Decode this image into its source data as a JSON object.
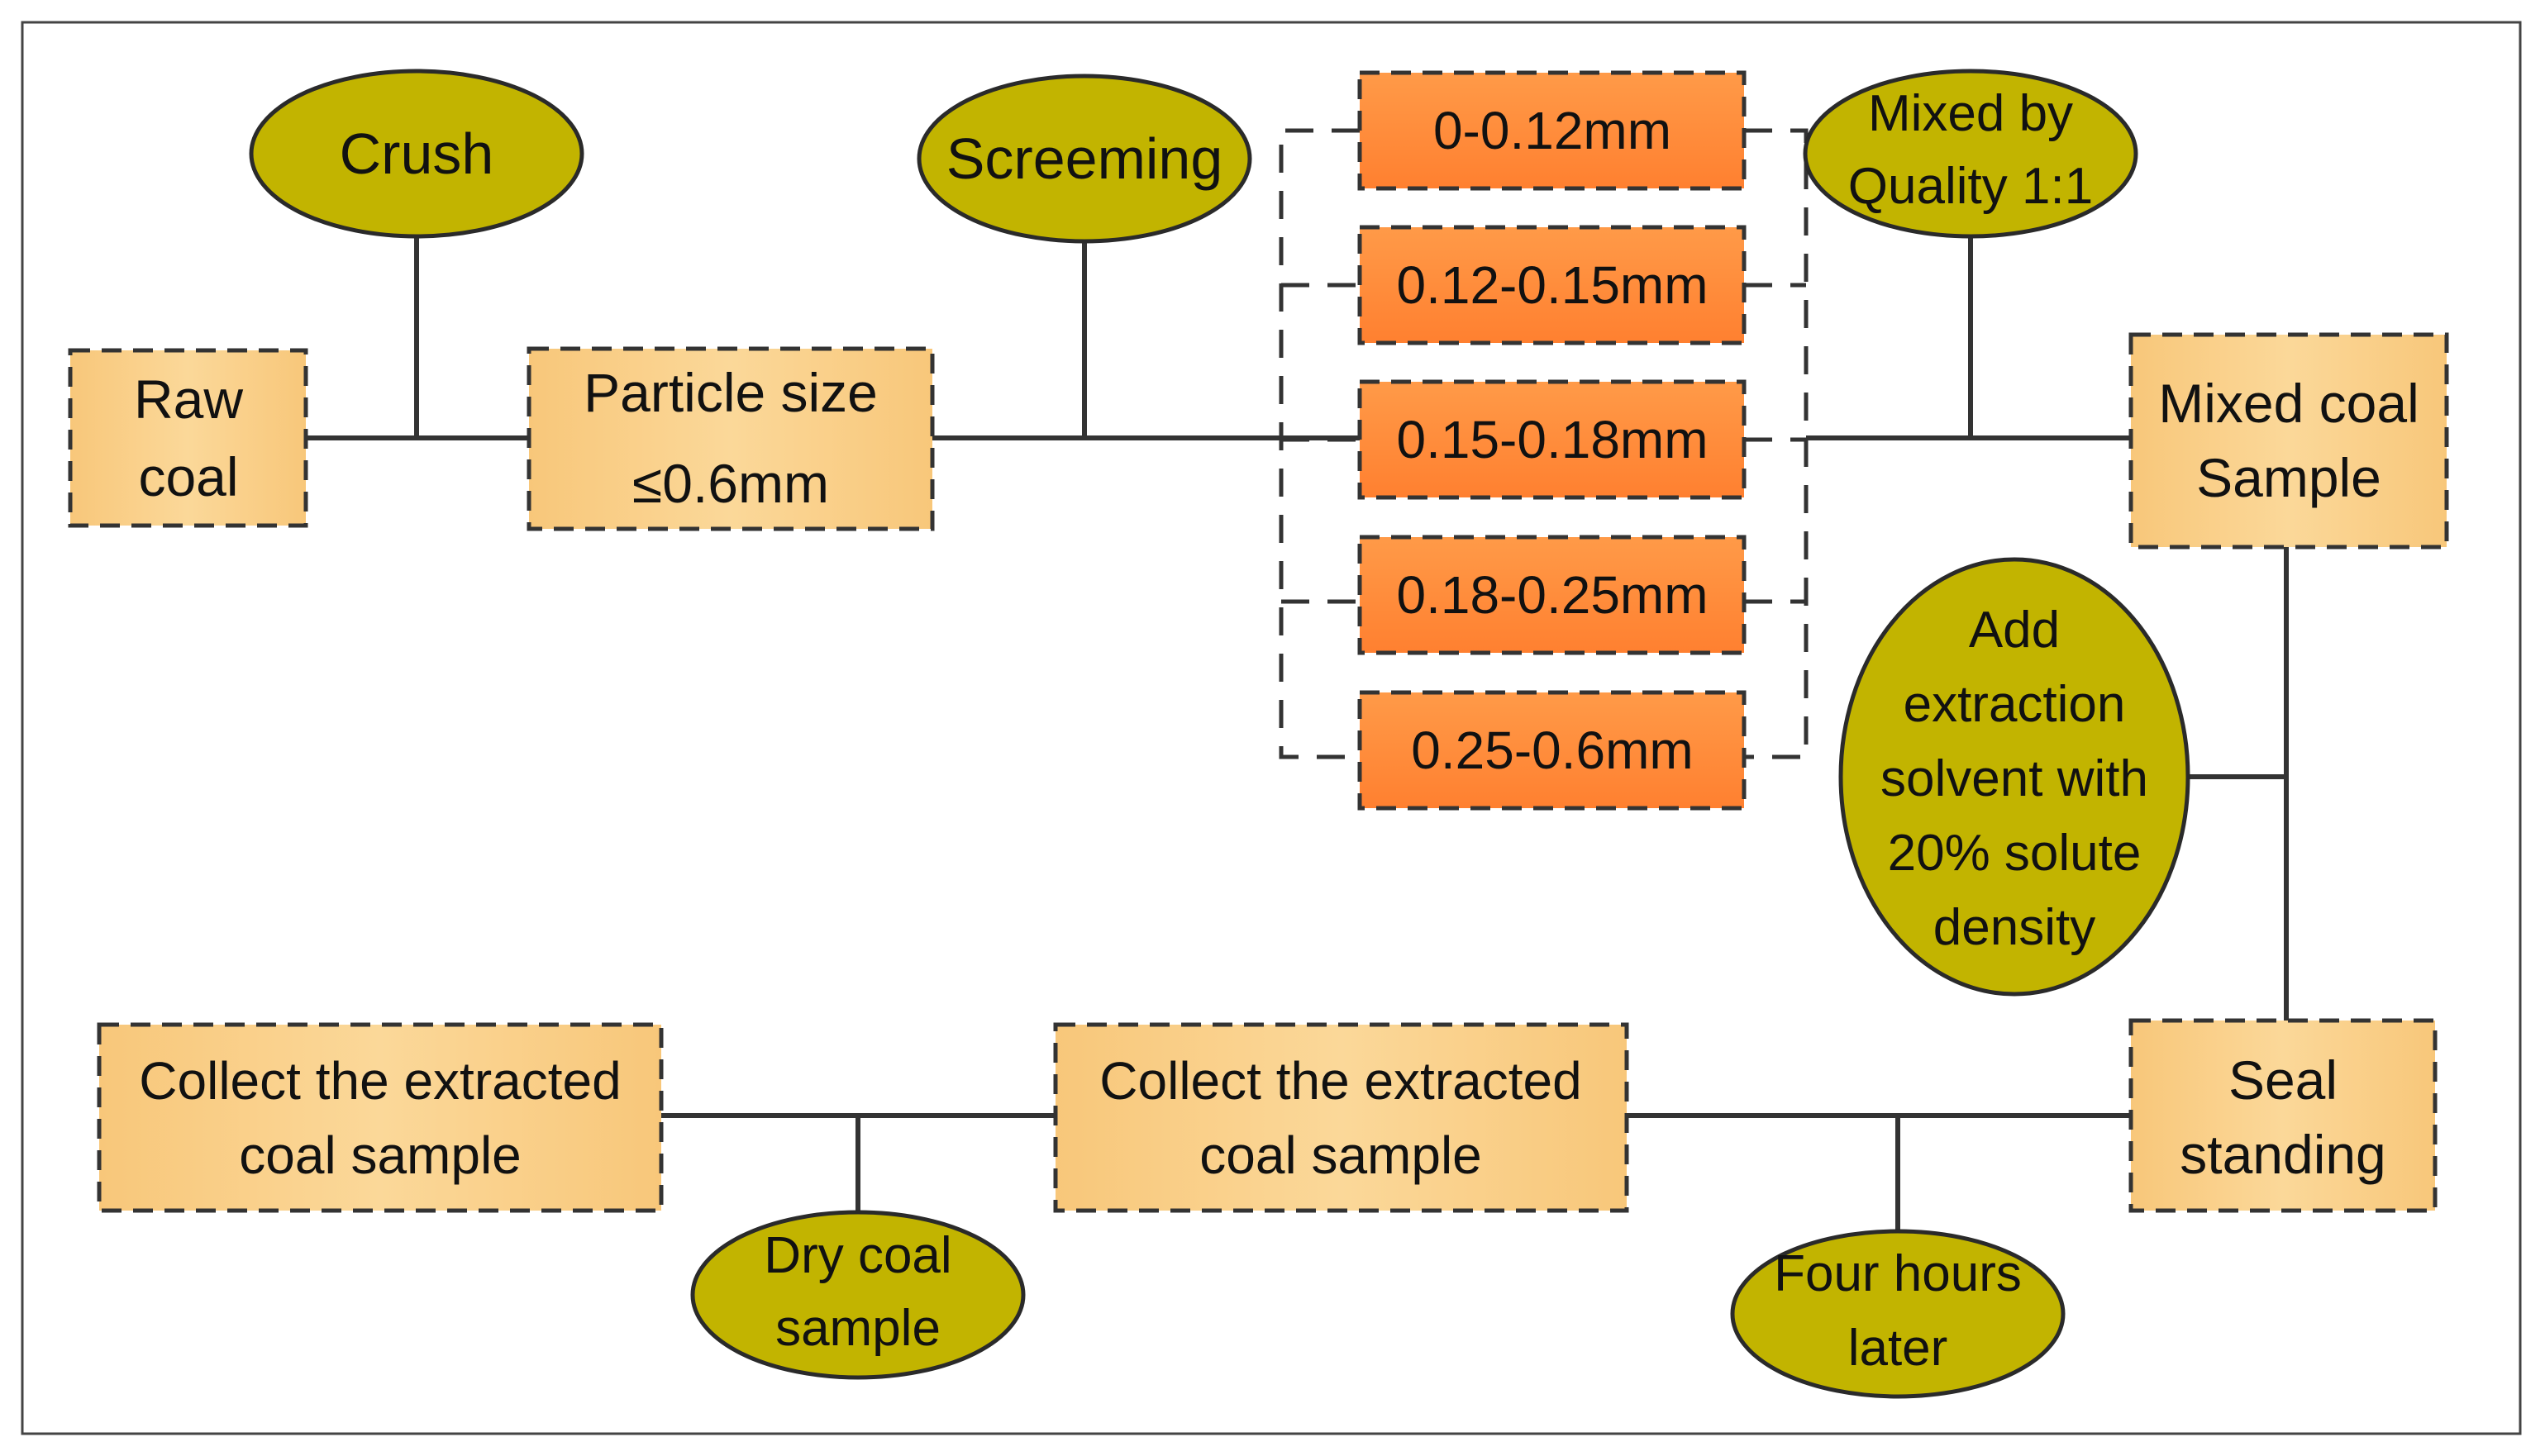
{
  "boxes": {
    "raw_coal": [
      "Raw",
      "coal"
    ],
    "particle_size": [
      "Particle size",
      "≤0.6mm"
    ],
    "mixed_coal_sample": [
      "Mixed coal",
      "Sample"
    ],
    "seal_standing": [
      "Seal",
      "standing"
    ],
    "collect_middle": [
      "Collect the extracted",
      "coal sample"
    ],
    "collect_left": [
      "Collect the extracted",
      "coal sample"
    ]
  },
  "fractions": [
    "0-0.12mm",
    "0.12-0.15mm",
    "0.15-0.18mm",
    "0.18-0.25mm",
    "0.25-0.6mm"
  ],
  "steps": {
    "crush": [
      "Crush"
    ],
    "screening": [
      "Screeming"
    ],
    "mixed_by_quality": [
      "Mixed by",
      "Quality 1:1"
    ],
    "add_solvent": [
      "Add",
      "extraction",
      "solvent with",
      "20% solute",
      "density"
    ],
    "four_hours": [
      "Four hours",
      "later"
    ],
    "dry_coal": [
      "Dry coal",
      "sample"
    ]
  },
  "colors": {
    "process_box_light": "#fad48e",
    "process_box_edge": "#f8c77a",
    "fraction_box": "#ff8c3a",
    "step_ellipse": "#c2b400",
    "line": "#333333"
  }
}
